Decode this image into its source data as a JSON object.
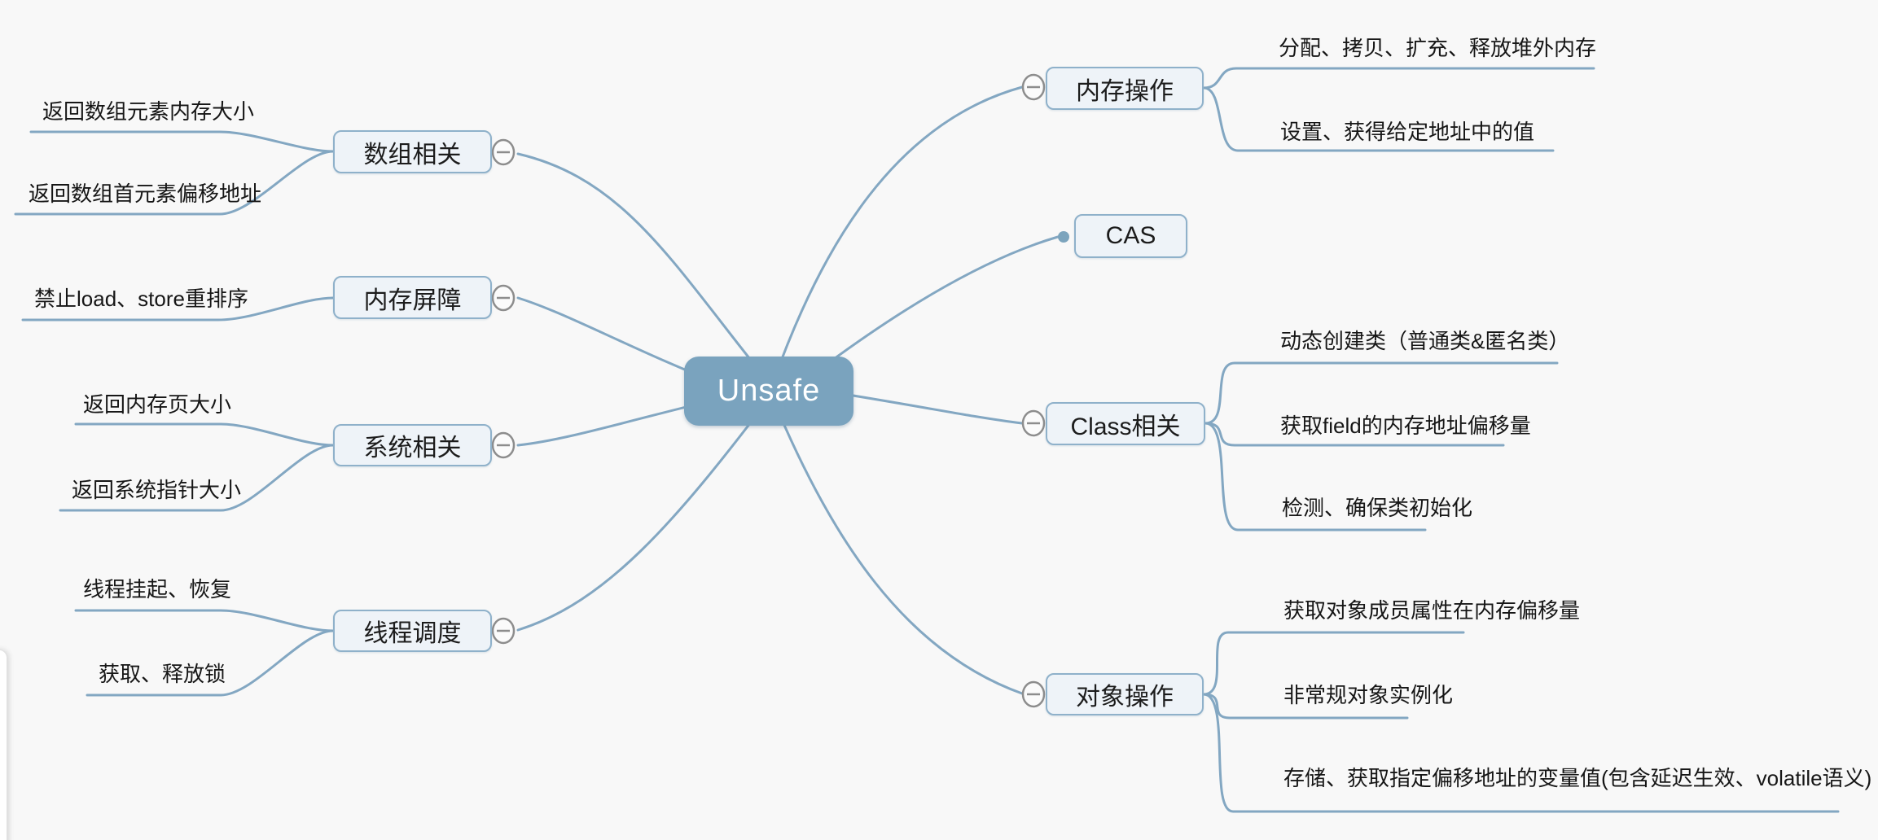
{
  "root": {
    "label": "Unsafe"
  },
  "left_branches": [
    {
      "label": "数组相关",
      "children": [
        "返回数组元素内存大小",
        "返回数组首元素偏移地址"
      ]
    },
    {
      "label": "内存屏障",
      "children": [
        "禁止load、store重排序"
      ]
    },
    {
      "label": "系统相关",
      "children": [
        "返回内存页大小",
        "返回系统指针大小"
      ]
    },
    {
      "label": "线程调度",
      "children": [
        "线程挂起、恢复",
        "获取、释放锁"
      ]
    }
  ],
  "right_branches": [
    {
      "label": "内存操作",
      "children": [
        "分配、拷贝、扩充、释放堆外内存",
        "设置、获得给定地址中的值"
      ]
    },
    {
      "label": "CAS",
      "children": []
    },
    {
      "label": "Class相关",
      "children": [
        "动态创建类（普通类&匿名类）",
        "获取field的内存地址偏移量",
        "检测、确保类初始化"
      ]
    },
    {
      "label": "对象操作",
      "children": [
        "获取对象成员属性在内存偏移量",
        "非常规对象实例化",
        "存储、获取指定偏移地址的变量值(包含延迟生效、volatile语义)"
      ]
    }
  ],
  "colors": {
    "background": "#f8f8f8",
    "branch_line": "#83a7c2",
    "topic_fill": "#eef3f8",
    "topic_border": "#8fb1ca",
    "root_fill": "#7aa3be",
    "root_text": "#ffffff",
    "text": "#1c1c1c",
    "collapse_stroke": "#8d8d8d",
    "leaf_dot": "#7ca4bd"
  },
  "icons": {
    "collapse": "minus-circle-icon",
    "leaf_anchor": "dot-icon"
  }
}
